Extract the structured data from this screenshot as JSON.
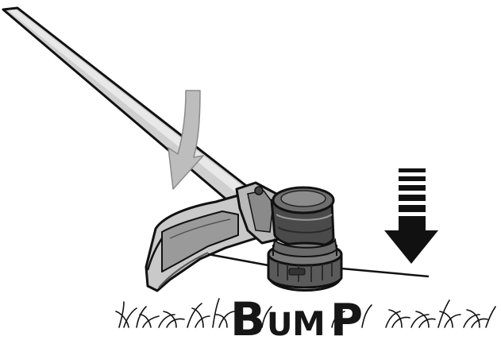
{
  "illustration": {
    "bump_word": {
      "B": "B",
      "U": "U",
      "M": "M",
      "P": "P"
    },
    "colors": {
      "outline": "#111111",
      "shaft_light": "#d2d2d2",
      "shaft_dark": "#8a8a8a",
      "guard_fill": "#c9c9c9",
      "guard_dark": "#8f8f8f",
      "head_dark": "#3a3a3a",
      "head_mid": "#6e6e6e",
      "gray_arrow": "#bdbdbd",
      "black_arrow": "#111111",
      "text": "#161616"
    },
    "icons": [
      "curved-down-arrow-icon",
      "striped-down-arrow-icon"
    ]
  }
}
